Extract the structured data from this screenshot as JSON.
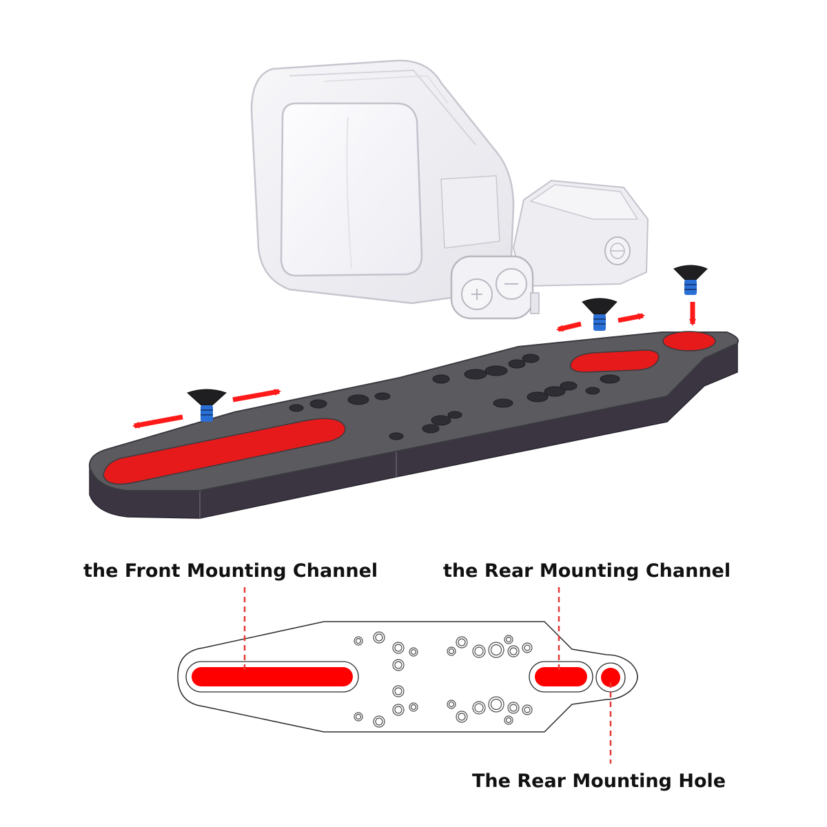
{
  "callouts": {
    "front_channel": "the Front Mounting Channel",
    "rear_channel": "the Rear Mounting Channel",
    "rear_hole": "The Rear Mounting Hole"
  },
  "colors": {
    "accent_red": "#ff0000",
    "plate_top": "#5b5a5f",
    "plate_side": "#3a3540",
    "sight_body": "#f1f1f5",
    "sight_outline": "#c9c9d2",
    "screw_black": "#1f1f22",
    "thread_blue": "#2a6fd6",
    "leader_red": "#e53935"
  },
  "icons": {
    "screw": "torx-screw-icon",
    "direction_arrow": "red-arrow-icon"
  }
}
